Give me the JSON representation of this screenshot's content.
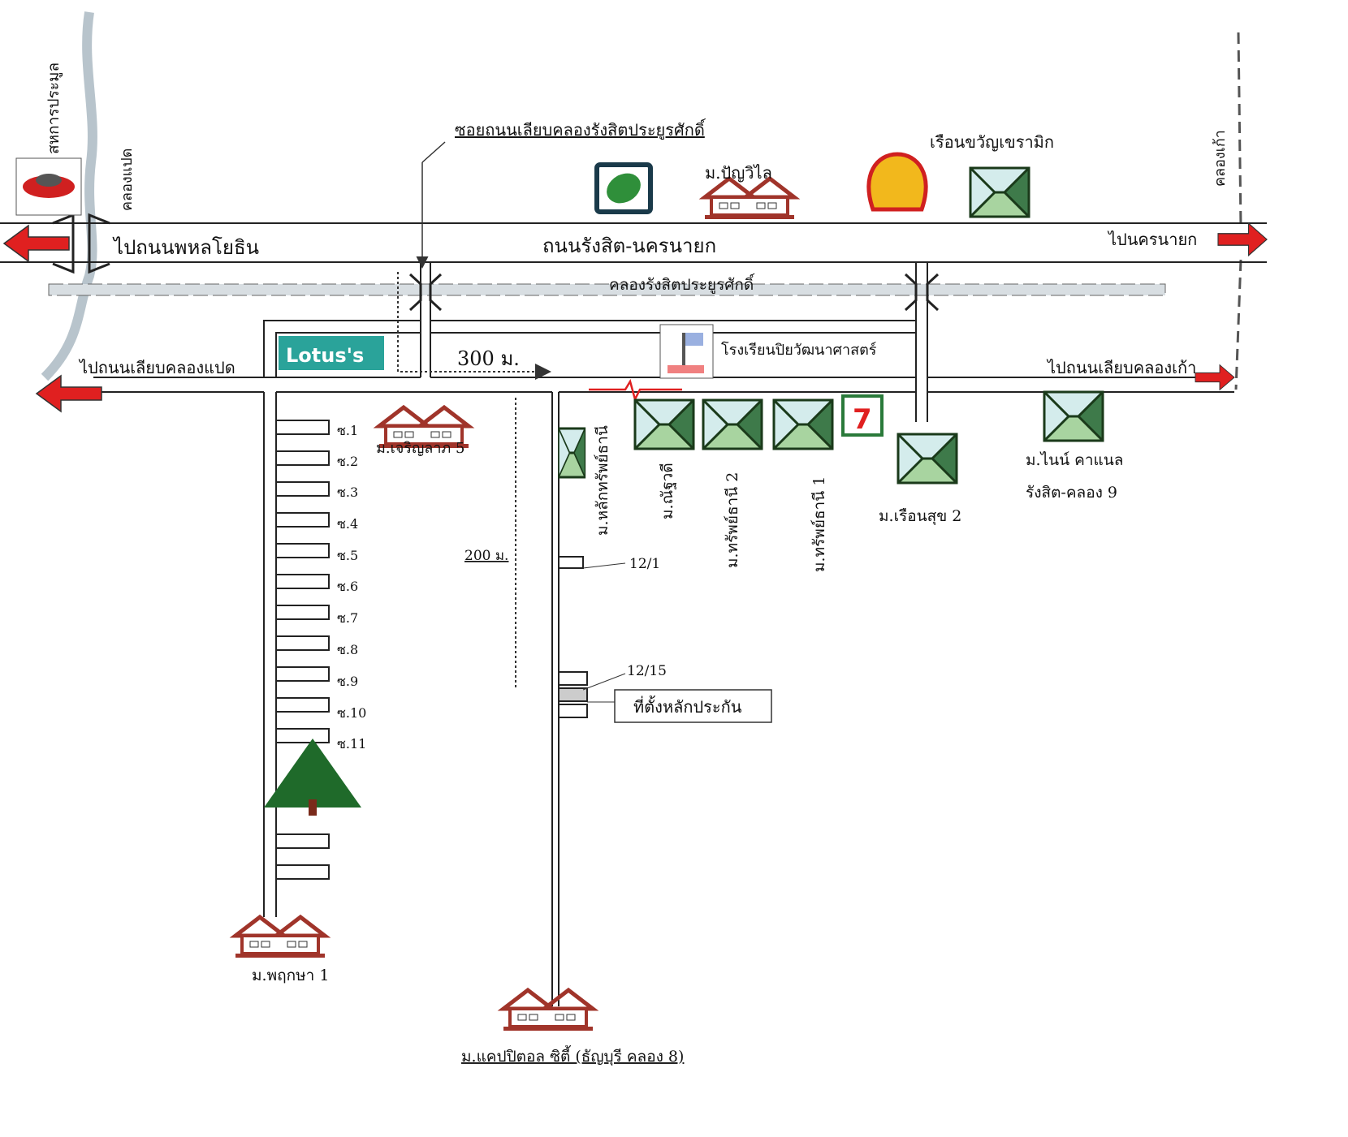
{
  "labels": {
    "auction": "สหการประมูล",
    "klong8": "คลองแปด",
    "klong9": "คลองเก้า",
    "soi_canal_road": "ซอยถนนเลียบคลองรังสิตประยูรศักดิ์",
    "ruean_kwan": "เรือนขวัญเขรามิก",
    "panya_wilai": "ม.ปัญวิไล",
    "to_phahon": "ไปถนนพหลโยธิน",
    "main_road": "ถนนรังสิต-นครนายก",
    "to_nakhon_nayok": "ไปนครนายก",
    "canal": "คลองรังสิตประยูรศักดิ์",
    "lotus": "Lotus's",
    "dist_300": "300 ม.",
    "school": "โรงเรียนปิยวัฒนาศาสตร์",
    "to_klong8_road": "ไปถนนเลียบคลองแปด",
    "to_klong9_road": "ไปถนนเลียบคลองเก้า",
    "charoen_lap": "ม.เจริญลาภ 5",
    "lak_sap_thani": "ม.หลักทรัพย์ธานี",
    "nattawadee": "ม.ณัฐวดี",
    "sap_thani_2": "ม.ทรัพย์ธานี 2",
    "sap_thani_1": "ม.ทรัพย์ธานี 1",
    "ruean_suk": "ม.เรือนสุข 2",
    "nine_canal_1": "ม.ไนน์ คาแนล",
    "nine_canal_2": "รังสิต-คลอง 9",
    "dist_200": "200 ม.",
    "house_12_1": "12/1",
    "house_12_15": "12/15",
    "collateral": "ที่ตั้งหลักประกัน",
    "pruksa": "ม.พฤกษา 1",
    "capital_city": "ม.แคปปิตอล ซิตี้ (ธัญบุรี คลอง 8)",
    "seven_eleven": "7"
  },
  "sois": [
    "ซ.1",
    "ซ.2",
    "ซ.3",
    "ซ.4",
    "ซ.5",
    "ซ.6",
    "ซ.7",
    "ซ.8",
    "ซ.9",
    "ซ.10",
    "ซ.11"
  ],
  "colors": {
    "arrow_red": "#e02020",
    "canal": "#b8c4cc",
    "lotus": "#2aa39a",
    "shell": "#f2b81c",
    "green_dark": "#3e7a4a",
    "green_light": "#a8d4a0"
  }
}
